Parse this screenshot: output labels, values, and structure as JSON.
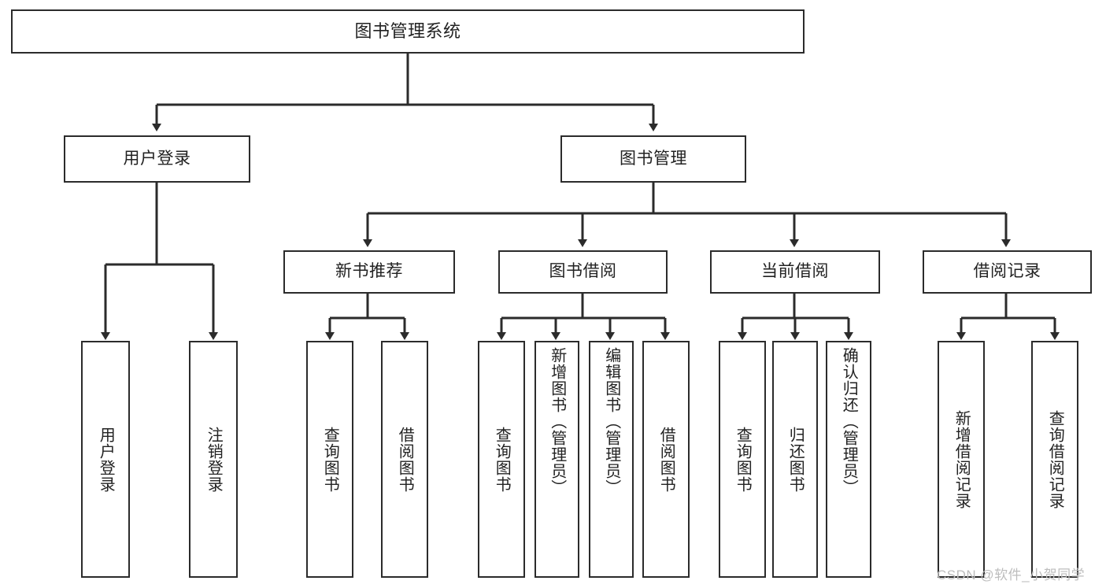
{
  "diagram": {
    "type": "tree-hierarchy",
    "title": "图书管理系统",
    "root": {
      "label": "图书管理系统"
    },
    "level2": [
      {
        "label": "用户登录"
      },
      {
        "label": "图书管理"
      }
    ],
    "level3": [
      {
        "label": "新书推荐"
      },
      {
        "label": "图书借阅"
      },
      {
        "label": "当前借阅"
      },
      {
        "label": "借阅记录"
      }
    ],
    "leaves": {
      "user_login": [
        {
          "label": "用户登录"
        },
        {
          "label": "注销登录"
        }
      ],
      "new_book_recommend": [
        {
          "label": "查询图书"
        },
        {
          "label": "借阅图书"
        }
      ],
      "book_borrow": [
        {
          "label": "查询图书"
        },
        {
          "label": "新增图书（管理员）"
        },
        {
          "label": "编辑图书（管理员）"
        },
        {
          "label": "借阅图书"
        }
      ],
      "current_borrow": [
        {
          "label": "查询图书"
        },
        {
          "label": "归还图书"
        },
        {
          "label": "确认归还（管理员）"
        }
      ],
      "borrow_records": [
        {
          "label": "新增借阅记录"
        },
        {
          "label": "查询借阅记录"
        }
      ]
    }
  },
  "watermark": {
    "text": "CSDN @软件_小贺同学"
  },
  "colors": {
    "stroke": "#2b2b2b",
    "fill": "#ffffff",
    "text": "#222222",
    "watermark": "#bdbdbd"
  }
}
